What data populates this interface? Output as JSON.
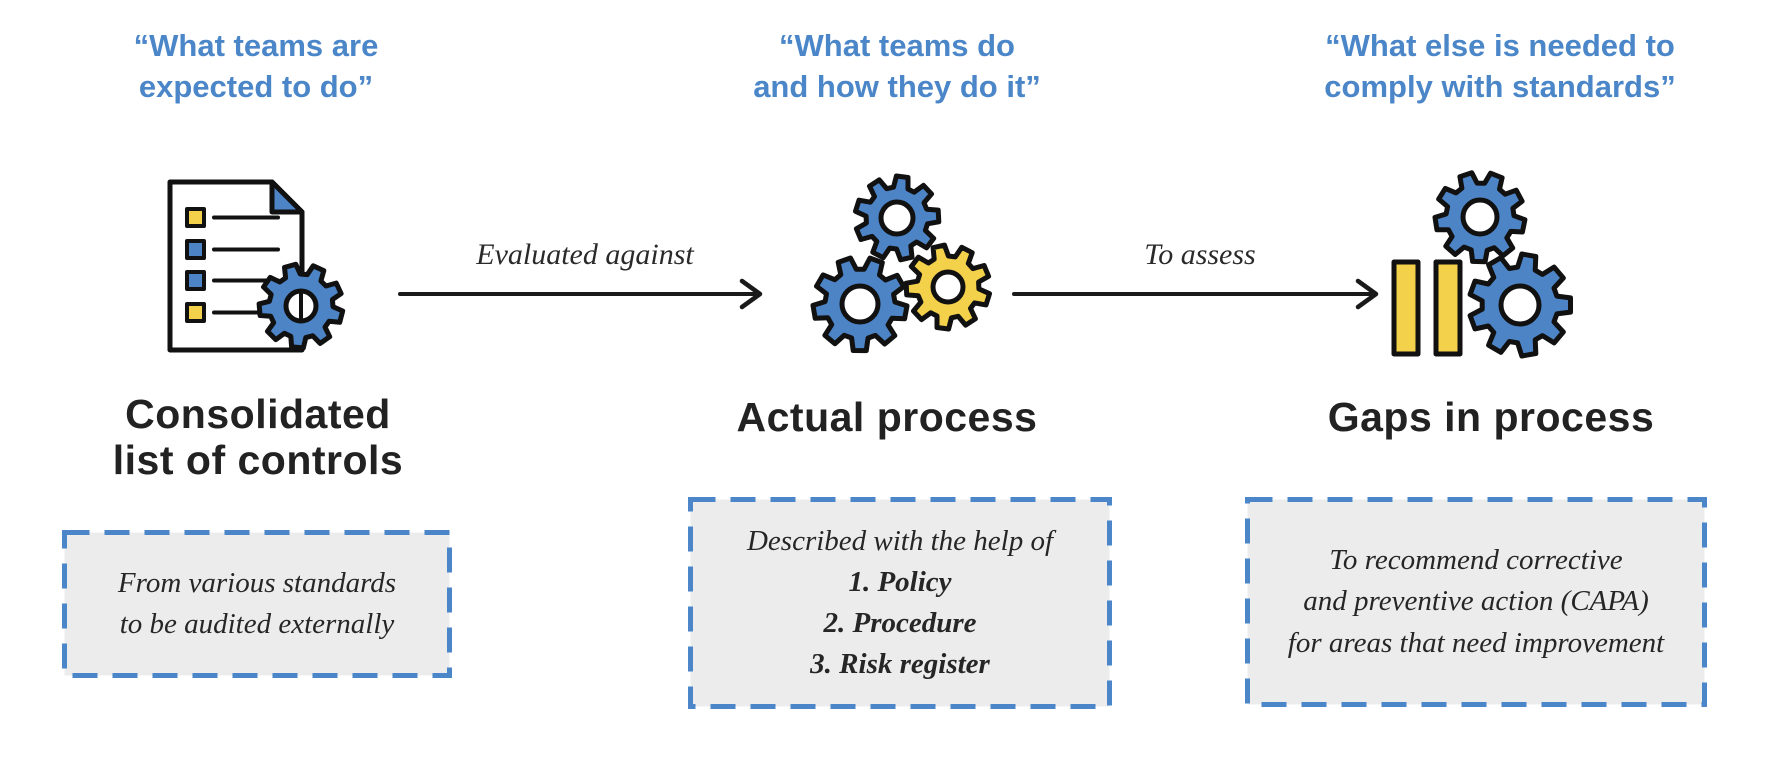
{
  "palette": {
    "blue": "#4a86c8",
    "gear_blue": "#4d84c6",
    "yellow": "#f4d14b",
    "outline": "#111111",
    "ink": "#222222",
    "note_bg": "#ececec"
  },
  "columns": [
    {
      "quote": "“What teams are\nexpected to do”",
      "icon": "document-checklist-gear-icon",
      "title": "Consolidated\nlist of controls",
      "note": "From various standards\nto be audited externally"
    },
    {
      "quote": "“What teams do\nand how they do it”",
      "icon": "three-gears-icon",
      "title": "Actual process",
      "note_intro": "Described with the help of",
      "note_items": [
        "1. Policy",
        "2. Procedure",
        "3. Risk register"
      ]
    },
    {
      "quote": "“What else is needed to\ncomply with standards”",
      "icon": "gaps-pause-gears-icon",
      "title": "Gaps in process",
      "note": "To recommend corrective\nand preventive action (CAPA)\nfor areas that need improvement"
    }
  ],
  "arrows": [
    {
      "label": "Evaluated against"
    },
    {
      "label": "To assess"
    }
  ]
}
